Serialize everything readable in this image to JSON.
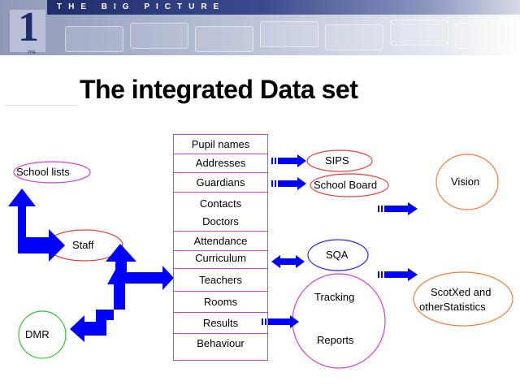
{
  "banner": {
    "text": "THE BIG PICTURE",
    "logo_glyph": "1",
    "logo_small": "THE"
  },
  "title": "The integrated Data set",
  "table": {
    "rows": [
      "Pupil names",
      "Addresses",
      "Guardians",
      "Contacts",
      "Doctors",
      "Attendance",
      "Curriculum",
      "Teachers",
      "Rooms",
      "Results",
      "Behaviour"
    ]
  },
  "nodes": {
    "school_lists": "School lists",
    "staff": "Staff",
    "dmr": "DMR",
    "sips": "SIPS",
    "school_board": "School Board",
    "vision": "Vision",
    "sqa": "SQA",
    "tracking": "Tracking",
    "reports": "Reports",
    "scotxed_line1": "ScotXed and",
    "scotxed_line2": "otherStatistics"
  },
  "colors": {
    "arrow": "#0000ff",
    "ellipse_red": "#e04040",
    "ellipse_blue": "#3030e0",
    "ellipse_magenta": "#d040d0",
    "ellipse_orange": "#f08040",
    "ellipse_green": "#30c030",
    "table_border": "#d040d0"
  }
}
